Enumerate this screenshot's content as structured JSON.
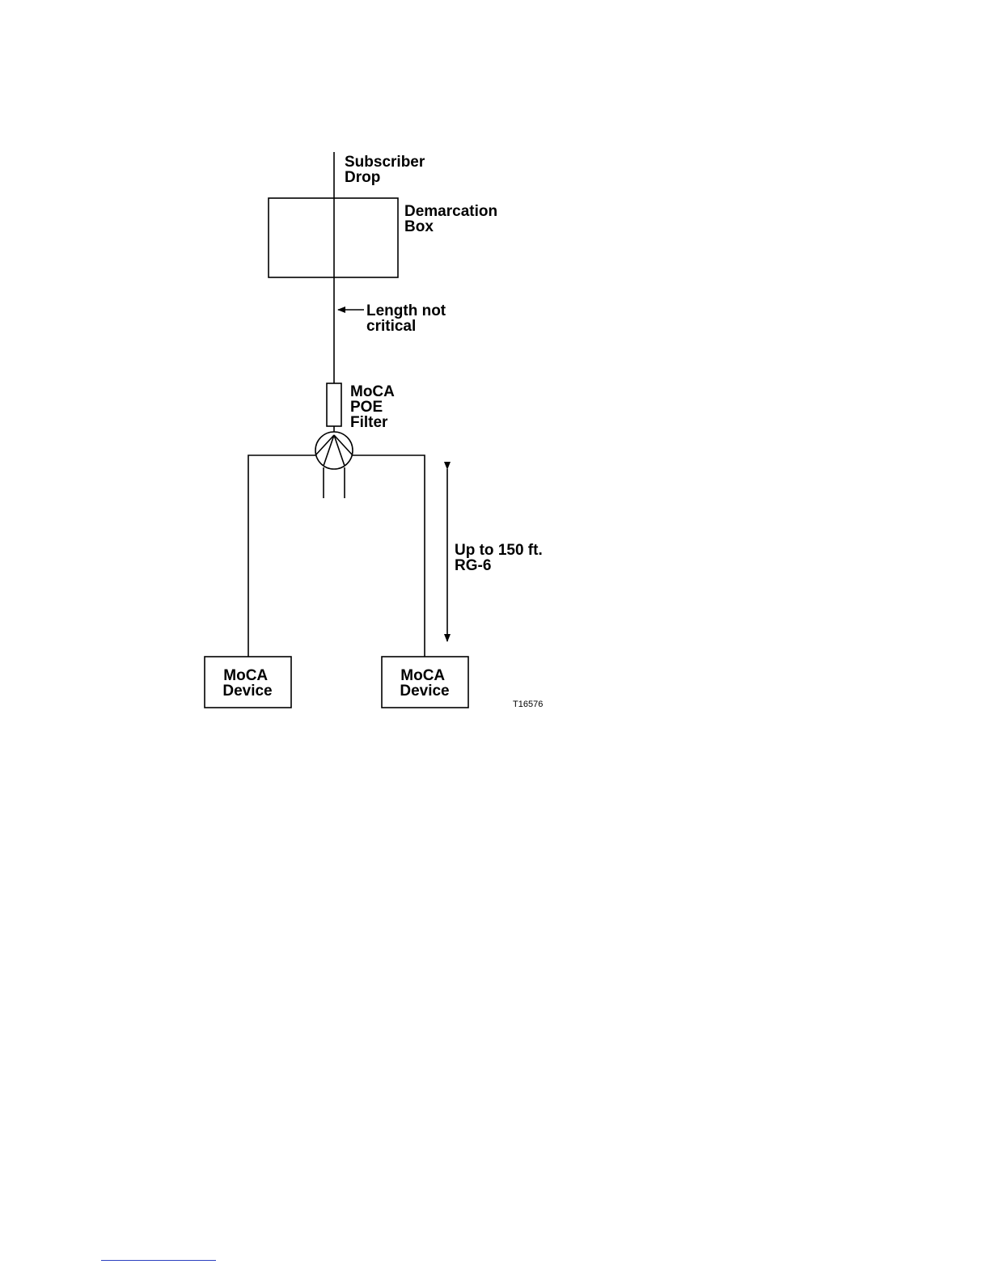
{
  "labels": {
    "subscriber_drop": [
      "Subscriber",
      "Drop"
    ],
    "demarcation_box": [
      "Demarcation",
      "Box"
    ],
    "length_note": [
      "Length not",
      "critical"
    ],
    "filter": [
      "MoCA",
      "POE",
      "Filter"
    ],
    "run_length": [
      "Up to 150 ft.",
      "RG-6"
    ],
    "device_left": [
      "MoCA",
      "Device"
    ],
    "device_right": [
      "MoCA",
      "Device"
    ],
    "figure_id": "T16576"
  },
  "colors": {
    "line": "#000000",
    "footnote_rule": "#2a3fbf"
  },
  "icons": {
    "splitter": "splitter-icon",
    "arrow": "arrow-icon"
  }
}
